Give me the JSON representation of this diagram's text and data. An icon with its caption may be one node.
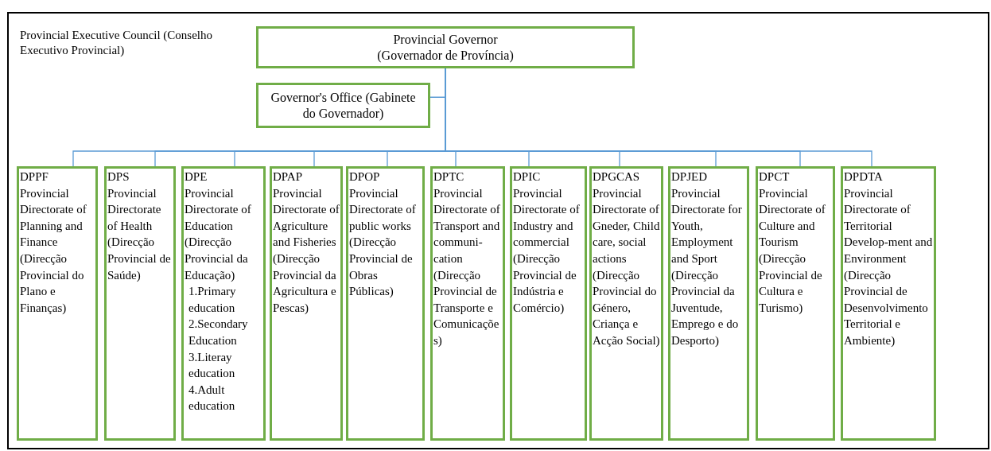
{
  "diagram": {
    "nodes": [
      {
        "text": [
          "Provincial Executive Council (Conselho Executivo Provincial)"
        ]
      },
      {
        "text": [
          "Provincial Governor (Governador de Província)"
        ],
        "in": 0
      },
      {
        "text": [
          "Governor's Office (Gabinete do Governador)"
        ],
        "in": 0
      },
      {
        "text": [
          "DPPF",
          "Provincial Directorate of Planning and Finance (Direcção Provincial do Plano e Finanças)"
        ],
        "in": 0
      },
      {
        "text": [
          "DPS",
          "Provincial Directorate of Health (Direcção Provincial de Saúde)"
        ],
        "in": 0
      },
      {
        "text": [
          "DPE",
          "Provincial Directorate of Education (Direcção Provincial da Educação)",
          "1.Primary education",
          "2.Secondary Education",
          "3.Literay education",
          "4.Adult education"
        ],
        "in": 0
      },
      {
        "text": [
          "DPAP",
          "Provincial Directorate of Agriculture and Fisheries (Direcção Provincial da Agricultura e Pescas)"
        ],
        "in": 0
      },
      {
        "text": [
          "DPOP",
          "Provincial Directorate of public works (Direcção Provincial de Obras Públicas)"
        ],
        "in": 0
      },
      {
        "text": [
          "DPTC",
          "Provincial Directorate of Transport and communi-cation (Direcção Provincial de Transporte e Comunicações)"
        ],
        "in": 0
      },
      {
        "text": [
          "DPIC",
          "Provincial Directorate of Industry and commercial (Direcção Provincial de Indústria e Comércio)"
        ],
        "in": 0
      },
      {
        "text": [
          "DPGCAS",
          "Provincial Directorate of Gneder, Child care, social actions (Direcção Provincial do Género, Criança e Acção Social)"
        ],
        "in": 0
      },
      {
        "text": [
          "DPJED",
          "Provincial Directorate for Youth, Employment and Sport (Direcção Provincial da Juventude, Emprego e do Desporto)"
        ],
        "in": 0
      },
      {
        "text": [
          "DPCT",
          "Provincial Directorate of Culture and Tourism (Direcção Provincial de Cultura e Turismo)"
        ],
        "in": 0
      },
      {
        "text": [
          "DPDTA",
          "Provincial Directorate of Territorial Develop-ment and Environment (Direcção Provincial de Desenvolvimento Territorial e Ambiente)"
        ],
        "in": 0
      }
    ],
    "edges": [
      {
        "from": 1,
        "to": 2,
        "arrow": "none"
      },
      {
        "from": 1,
        "to": 3,
        "arrow": "none"
      },
      {
        "from": 1,
        "to": 4,
        "arrow": "none"
      },
      {
        "from": 1,
        "to": 5,
        "arrow": "none"
      },
      {
        "from": 1,
        "to": 6,
        "arrow": "none"
      },
      {
        "from": 1,
        "to": 7,
        "arrow": "none"
      },
      {
        "from": 1,
        "to": 8,
        "arrow": "none"
      },
      {
        "from": 1,
        "to": 9,
        "arrow": "none"
      },
      {
        "from": 1,
        "to": 10,
        "arrow": "none"
      },
      {
        "from": 1,
        "to": 11,
        "arrow": "none"
      },
      {
        "from": 1,
        "to": 12,
        "arrow": "none"
      },
      {
        "from": 1,
        "to": 13,
        "arrow": "none"
      }
    ]
  }
}
